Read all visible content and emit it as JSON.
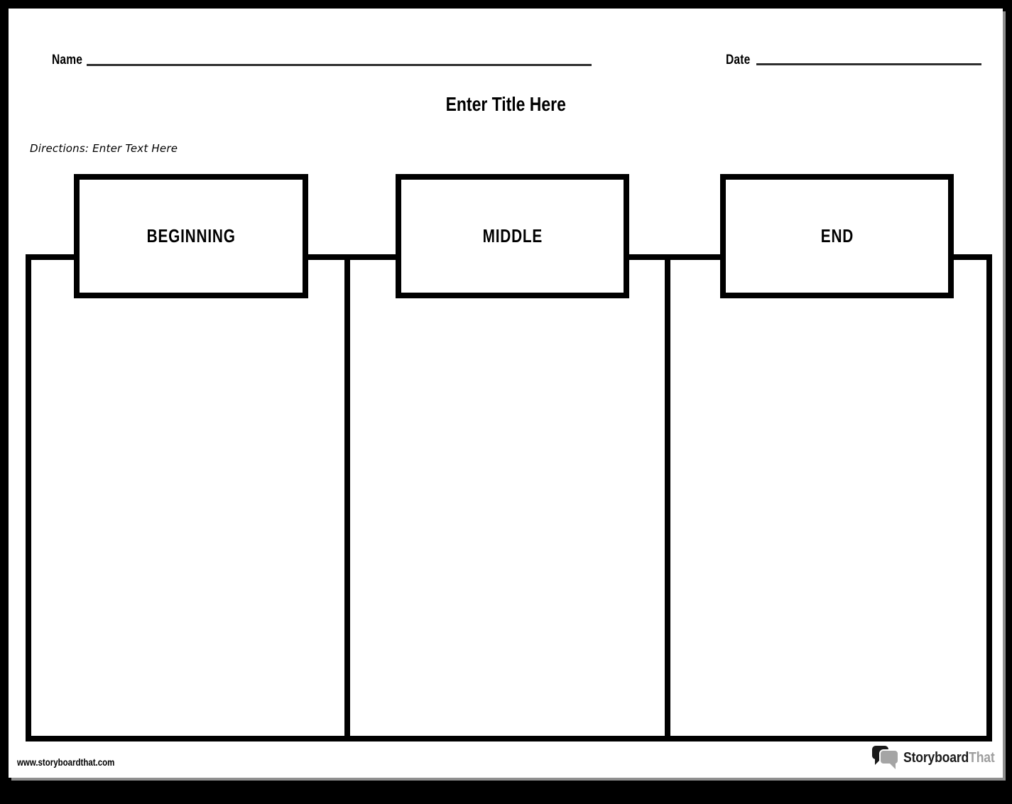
{
  "header": {
    "name_label": "Name",
    "date_label": "Date",
    "title": "Enter Title Here",
    "directions": "Directions: Enter Text Here"
  },
  "sections": [
    {
      "label": "BEGINNING"
    },
    {
      "label": "MIDDLE"
    },
    {
      "label": "END"
    }
  ],
  "footer": {
    "url": "www.storyboardthat.com",
    "brand_black": "Storyboard",
    "brand_gray": "That"
  },
  "icons": {
    "logo_icon": "speech-bubbles-icon"
  },
  "colors": {
    "frame": "#000000",
    "page_background": "#ffffff",
    "line": "#2e2e2e",
    "border": "#000000",
    "brand_gray": "#9e9e9e",
    "brand_black": "#1a1a1a",
    "logo_bubble_gray": "#a5a5a5"
  }
}
